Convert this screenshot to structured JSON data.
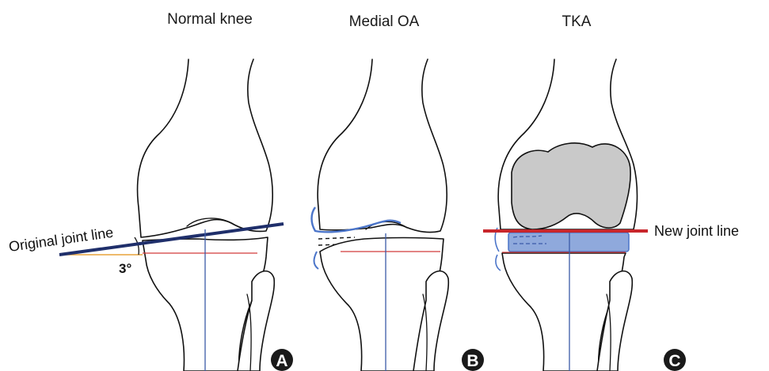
{
  "panels": [
    {
      "title": "Normal knee",
      "badge": "A"
    },
    {
      "title": "Medial OA",
      "badge": "B"
    },
    {
      "title": "TKA",
      "badge": "C"
    }
  ],
  "labels": {
    "original_joint_line": "Original joint line",
    "angle": "3°",
    "new_joint_line": "New joint line"
  },
  "colors": {
    "axis_line": "#3b5aa8",
    "joint_line_original": "#1f2f6b",
    "tibial_cut_line": "#d23a3a",
    "new_joint_line": "#c8262b",
    "angle_arc": "#e8a33a",
    "cartilage_wear": "#4a74c9",
    "femoral_component": "#c9c9c9",
    "tibial_component": "#8fa9dc"
  }
}
